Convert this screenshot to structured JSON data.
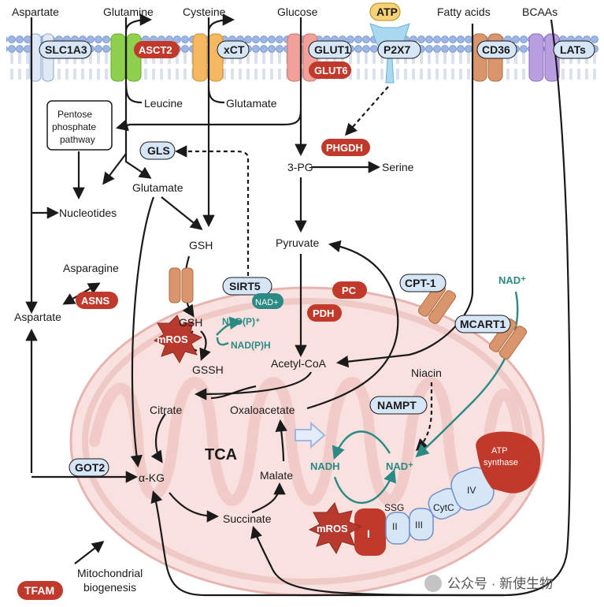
{
  "top_labels": {
    "aspartate": "Aspartate",
    "glutamine": "Glutamine",
    "cysteine": "Cysteine",
    "glucose": "Glucose",
    "atp": "ATP",
    "fatty_acids": "Fatty acids",
    "bcaas": "BCAAs"
  },
  "transporters": {
    "slc1a3": "SLC1A3",
    "asct2": "ASCT2",
    "xct": "xCT",
    "glut1": "GLUT1",
    "glut6": "GLUT6",
    "p2x7": "P2X7",
    "cd36": "CD36",
    "lats": "LATs"
  },
  "metabolites": {
    "leucine": "Leucine",
    "glutamate_out": "Glutamate",
    "pentose": [
      "Pentose",
      "phosphate",
      "pathway"
    ],
    "gls": "GLS",
    "phgdh": "PHGDH",
    "three_pg": "3-PG",
    "serine": "Serine",
    "glutamate": "Glutamate",
    "nucleotides": "Nucleotides",
    "gsh_top": "GSH",
    "pyruvate": "Pyruvate",
    "asparagine": "Asparagine",
    "asns": "ASNS",
    "aspartate_mid": "Aspartate",
    "sirt5": "SIRT5",
    "nad_plus_small": "NAD+",
    "pc": "PC",
    "pdh": "PDH",
    "cpt1": "CPT-1",
    "nad_top": "NAD⁺",
    "mcart1": "MCART1",
    "gsh_mito": "GSH",
    "nadp_plus": "NAD(P)⁺",
    "nadph": "NAD(P)H",
    "mros1": "mROS",
    "gssh": "GSSH",
    "acetyl_coa": "Acetyl-CoA",
    "niacin": "Niacin",
    "citrate": "Citrate",
    "oxaloacetate": "Oxaloacetate",
    "nampt": "NAMPT",
    "tca": "TCA",
    "nadh": "NADH",
    "nad_plus2": "NAD⁺",
    "atp_synthase": [
      "ATP",
      "synthase"
    ],
    "got2": "GOT2",
    "akg": "α-KG",
    "malate": "Malate",
    "ssg": "SSG",
    "complex_iv": "IV",
    "cytc": "CytC",
    "complex_iii": "III",
    "complex_ii": "II",
    "complex_i": "I",
    "succinate": "Succinate",
    "mros2": "mROS",
    "tfam": "TFAM",
    "mito_bio": [
      "Mitochondrial",
      "biogenesis"
    ]
  },
  "watermark": "公众号 · 新使生物",
  "colors": {
    "red_pill": "#c0392b",
    "blue_pill": "#d6e6f7",
    "teal": "#2b8a83",
    "mito_fill": "#f8e1df",
    "mito_stroke": "#e7b5b1",
    "membrane": "#9db6e3"
  }
}
